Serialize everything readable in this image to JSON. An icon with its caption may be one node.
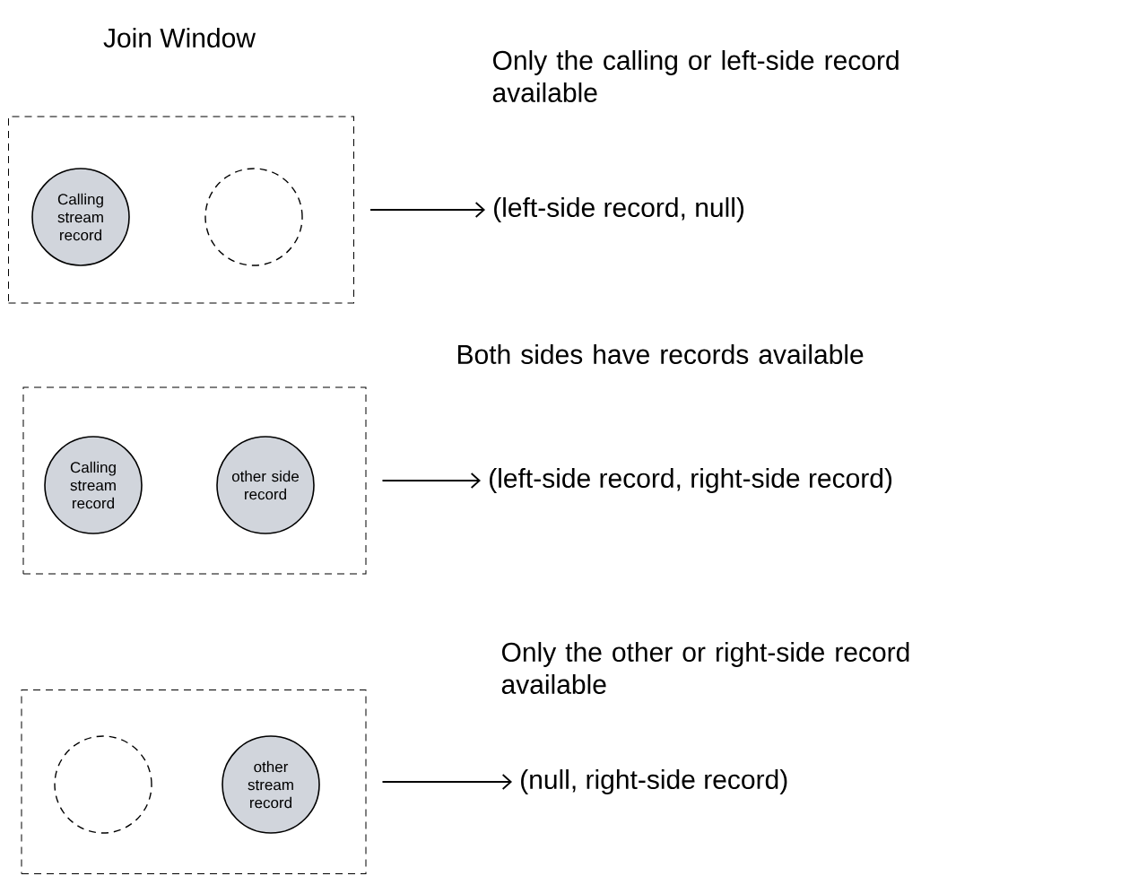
{
  "diagram": {
    "title": "Join Window",
    "nodes": [
      {
        "text": [],
        "shape": "box"
      },
      {
        "text": [
          "Calling stream record"
        ],
        "in": 0
      },
      {
        "text": [],
        "shape": "circle",
        "in": 0
      },
      {
        "text": [
          "(left-side record, null)"
        ]
      },
      {
        "text": [],
        "shape": "box"
      },
      {
        "text": [
          "Calling stream record"
        ],
        "in": 4
      },
      {
        "text": [
          "other side record"
        ],
        "in": 4
      },
      {
        "text": [
          "(left-side record, right-side record)"
        ]
      },
      {
        "text": [],
        "shape": "box"
      },
      {
        "text": [],
        "shape": "circle",
        "in": 8
      },
      {
        "text": [
          "other stream record"
        ],
        "in": 8
      },
      {
        "text": [
          "(null, right-side record)"
        ]
      }
    ],
    "edges": [
      {
        "from": 0,
        "to": 3,
        "arrow": "to"
      },
      {
        "from": 4,
        "to": 7,
        "arrow": "to"
      },
      {
        "from": 8,
        "to": 11,
        "arrow": "to"
      }
    ],
    "labels": [
      "Only the calling or left-side record available",
      "Both sides have records available",
      "Only the other or right-side record available"
    ]
  }
}
